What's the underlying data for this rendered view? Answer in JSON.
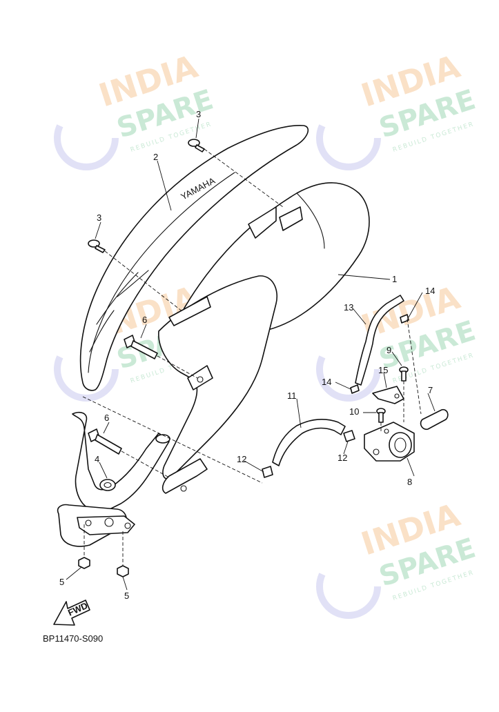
{
  "diagram": {
    "code": "BP11470-S090",
    "fwd_label": "FWD",
    "muffler_marking": "YAMAHA",
    "watermark": {
      "line1": "INDIA",
      "line2": "SPARE",
      "tagline": "REBUILD TOGETHER",
      "colors": {
        "india": "#f6c89a",
        "spare": "#9fd8b4",
        "icon": "#c9c9ee"
      }
    },
    "callouts": [
      "1",
      "2",
      "3",
      "3",
      "4",
      "5",
      "5",
      "6",
      "6",
      "7",
      "8",
      "9",
      "10",
      "11",
      "12",
      "12",
      "13",
      "14",
      "14",
      "15"
    ]
  }
}
